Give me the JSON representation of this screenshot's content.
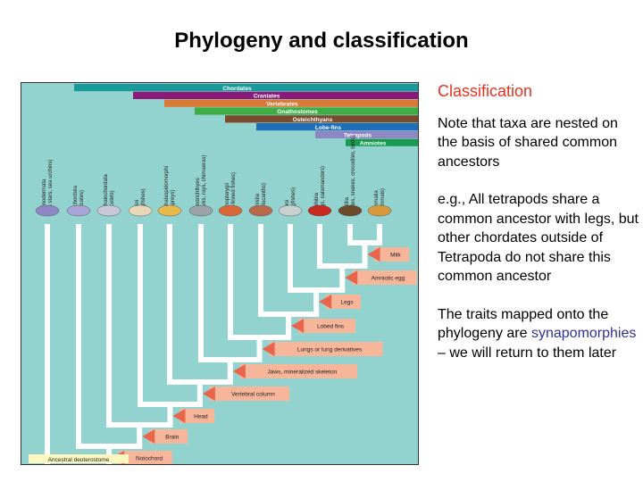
{
  "title": "Phylogeny and classification",
  "sidebar": {
    "heading": "Classification",
    "para1": "Note that taxa are nested on the basis of shared common ancestors",
    "para2": "e.g., All tetrapods share a common ancestor with legs, but other chordates outside of Tetrapoda do not share this common ancestor",
    "para3_pre": "The traits mapped onto the phylogeny are ",
    "para3_term": "synapomorphies",
    "para3_post": " – we will return to them later",
    "term_color": "#2e3192"
  },
  "diagram": {
    "clades": [
      {
        "label": "Chordates",
        "color": "#1a9a9a"
      },
      {
        "label": "Craniates",
        "color": "#8b1a7a"
      },
      {
        "label": "Vertebrates",
        "color": "#d97a35"
      },
      {
        "label": "Gnathostomes",
        "color": "#3fad46"
      },
      {
        "label": "Osteichthyans",
        "color": "#7a4a2e"
      },
      {
        "label": "Lobe-fins",
        "color": "#1f6fb8"
      },
      {
        "label": "Tetrapods",
        "color": "#8f86c6"
      },
      {
        "label": "Amniotes",
        "color": "#1a9a50"
      }
    ],
    "taxa": [
      {
        "name": "Echinodermata",
        "common": "(sea stars, sea urchins)",
        "color": "#8f86c6"
      },
      {
        "name": "Urochordata",
        "common": "(tunicates)",
        "color": "#a9a4d8"
      },
      {
        "name": "Cephalochordata",
        "common": "(lancelets)",
        "color": "#c8c8d8"
      },
      {
        "name": "Myxini",
        "common": "(hagfishes)",
        "color": "#e8d8b8"
      },
      {
        "name": "Cephalaspidomorphi",
        "common": "(lampreys)",
        "color": "#e8b84a"
      },
      {
        "name": "Chondrichthyes",
        "common": "(sharks, rays, chimaeras)",
        "color": "#9aa4a8"
      },
      {
        "name": "Actinopterygii",
        "common": "(ray-finned fishes)",
        "color": "#d8683a"
      },
      {
        "name": "Actinistia",
        "common": "(coelacanths)",
        "color": "#b86a4a"
      },
      {
        "name": "Dipnoi",
        "common": "(lungfishes)",
        "color": "#c8d0d0"
      },
      {
        "name": "Amphibia",
        "common": "(frogs, salamanders)",
        "color": "#c8281e"
      },
      {
        "name": "Reptilia",
        "common": "(turtles, snakes, crocodiles, birds)",
        "color": "#6a4a2a"
      },
      {
        "name": "Mammalia",
        "common": "(mammals)",
        "color": "#d89a3a"
      }
    ],
    "traits": [
      "Milk",
      "Amniotic egg",
      "Legs",
      "Lobed fins",
      "Lungs or lung derivatives",
      "Jaws, mineralized skeleton",
      "Vertebral column",
      "Head",
      "Brain",
      "Notochord"
    ],
    "root": "Ancestral deuterostome",
    "colors": {
      "background": "#93d3cf",
      "branch": "#ffffff",
      "trait_box": "#f7b59a",
      "arrow": "#e8644a",
      "root_box": "#fdf7c0"
    }
  }
}
